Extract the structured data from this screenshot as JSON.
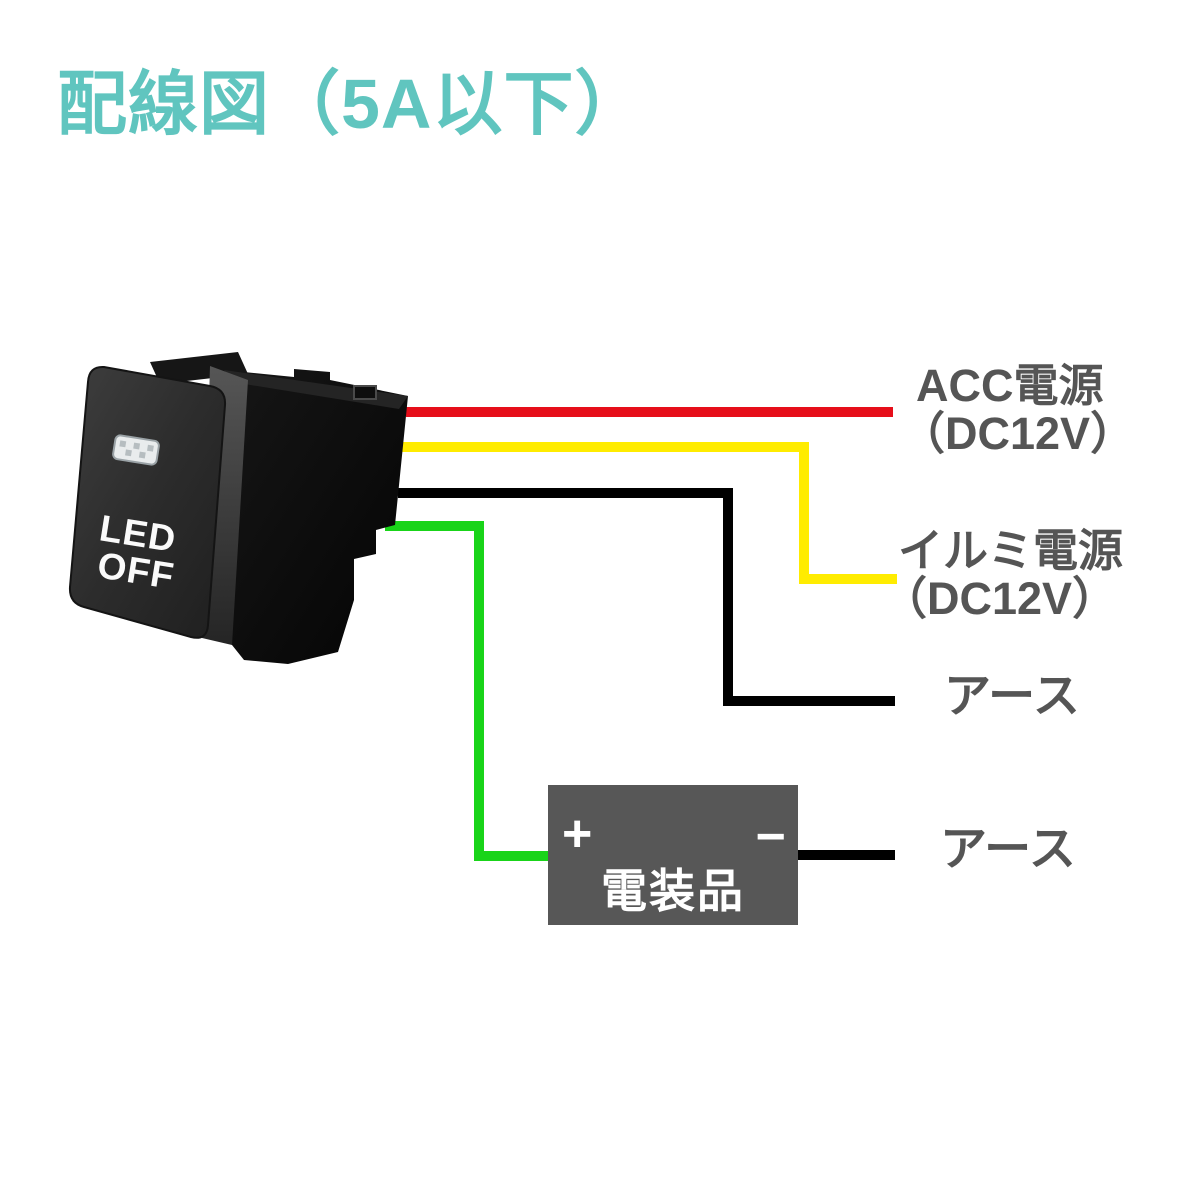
{
  "title": {
    "text": "配線図（5A以下）",
    "color": "#60C5BF"
  },
  "switch": {
    "button_label_line1": "LED",
    "button_label_line2": "OFF"
  },
  "wires": {
    "acc": {
      "color": "#E60E1A",
      "label_line1": "ACC電源",
      "label_line2": "（DC12V）"
    },
    "illumination": {
      "color": "#FFEC00",
      "label_line1": "イルミ電源",
      "label_line2": "（DC12V）"
    },
    "ground": {
      "color": "#000000",
      "label": "アース"
    },
    "device_positive": {
      "color": "#19D419"
    },
    "device_ground": {
      "color": "#000000",
      "label": "アース"
    }
  },
  "device_box": {
    "plus_symbol": "+",
    "minus_symbol": "−",
    "label": "電装品",
    "background": "#575757"
  },
  "text_color": "#555555",
  "background": "#FFFFFF"
}
